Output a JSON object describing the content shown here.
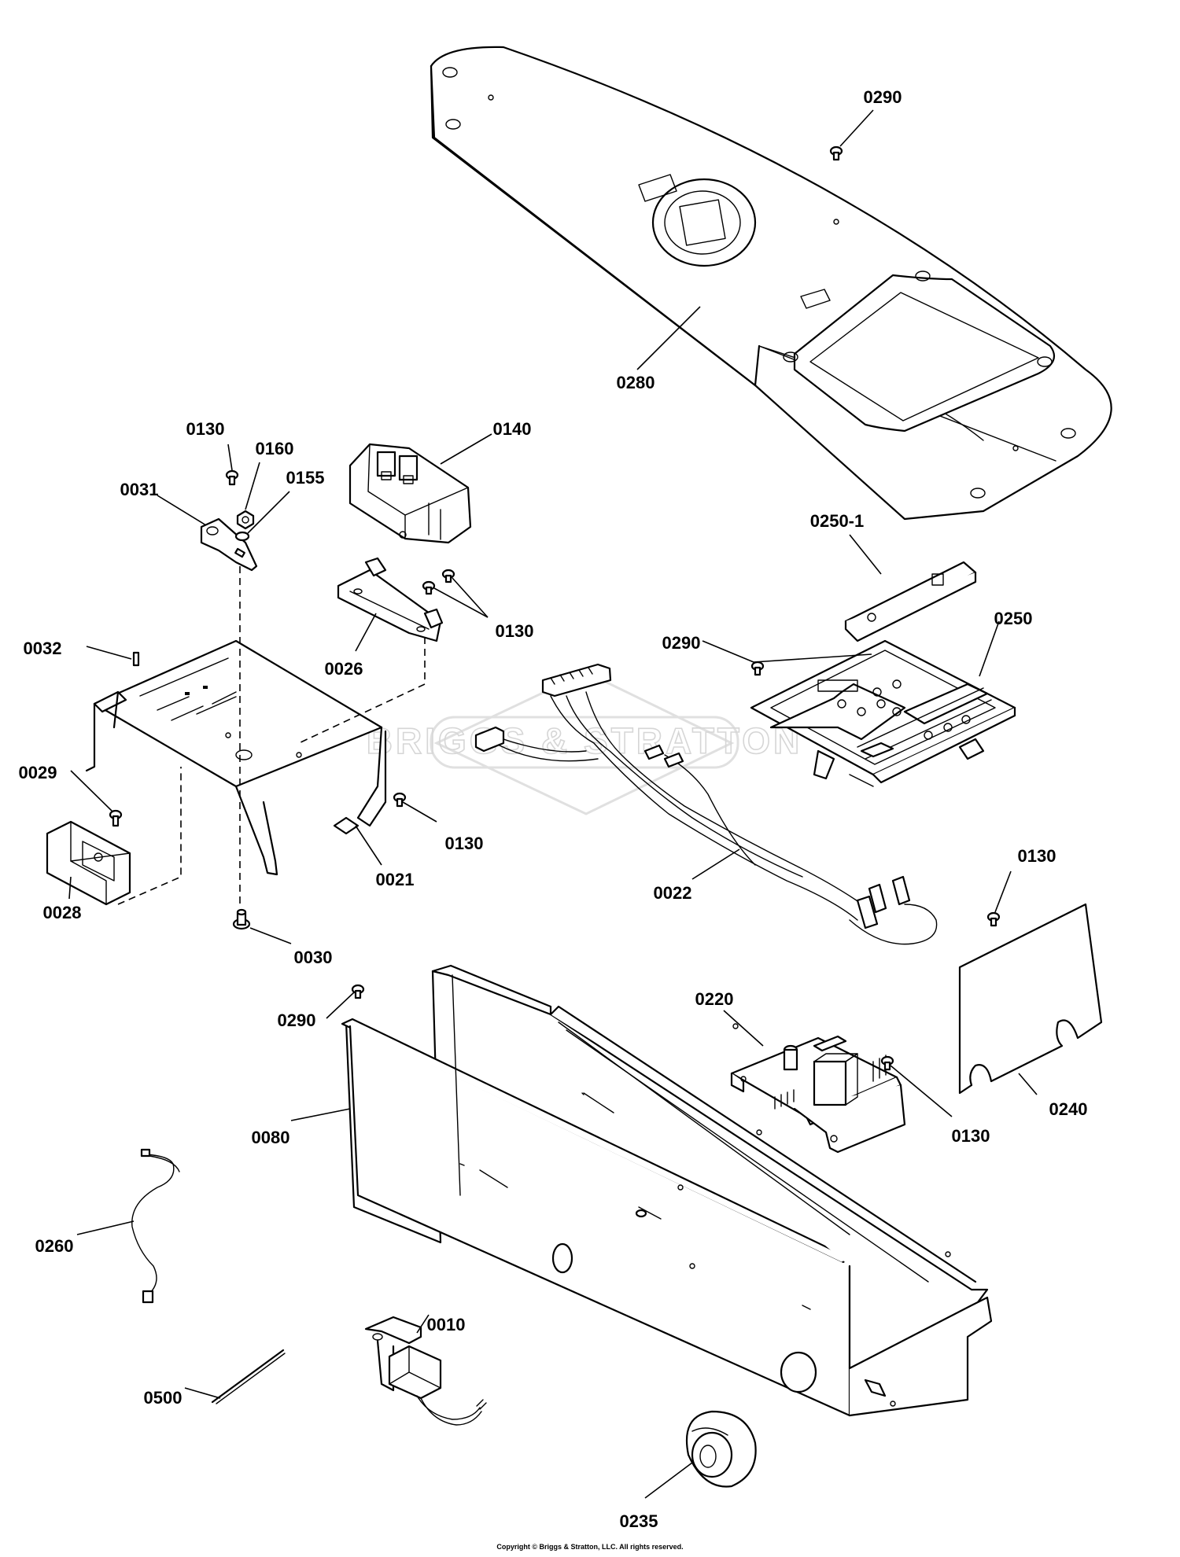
{
  "watermark": {
    "text": "BRIGGS & STRATTON"
  },
  "callouts": [
    {
      "id": "0290",
      "label": "0290"
    },
    {
      "id": "0280",
      "label": "0280"
    },
    {
      "id": "0130",
      "label": "0130"
    },
    {
      "id": "0160",
      "label": "0160"
    },
    {
      "id": "0155",
      "label": "0155"
    },
    {
      "id": "0031",
      "label": "0031"
    },
    {
      "id": "0140",
      "label": "0140"
    },
    {
      "id": "0250-1",
      "label": "0250-1"
    },
    {
      "id": "0250",
      "label": "0250"
    },
    {
      "id": "0032",
      "label": "0032"
    },
    {
      "id": "0026",
      "label": "0026"
    },
    {
      "id": "0022",
      "label": "0022"
    },
    {
      "id": "0029",
      "label": "0029"
    },
    {
      "id": "0021",
      "label": "0021"
    },
    {
      "id": "0028",
      "label": "0028"
    },
    {
      "id": "0030",
      "label": "0030"
    },
    {
      "id": "0240",
      "label": "0240"
    },
    {
      "id": "0220",
      "label": "0220"
    },
    {
      "id": "0080",
      "label": "0080"
    },
    {
      "id": "0260",
      "label": "0260"
    },
    {
      "id": "0010",
      "label": "0010"
    },
    {
      "id": "0500",
      "label": "0500"
    },
    {
      "id": "0235",
      "label": "0235"
    }
  ],
  "copyright": "Copyright © Briggs & Stratton, LLC. All rights reserved."
}
